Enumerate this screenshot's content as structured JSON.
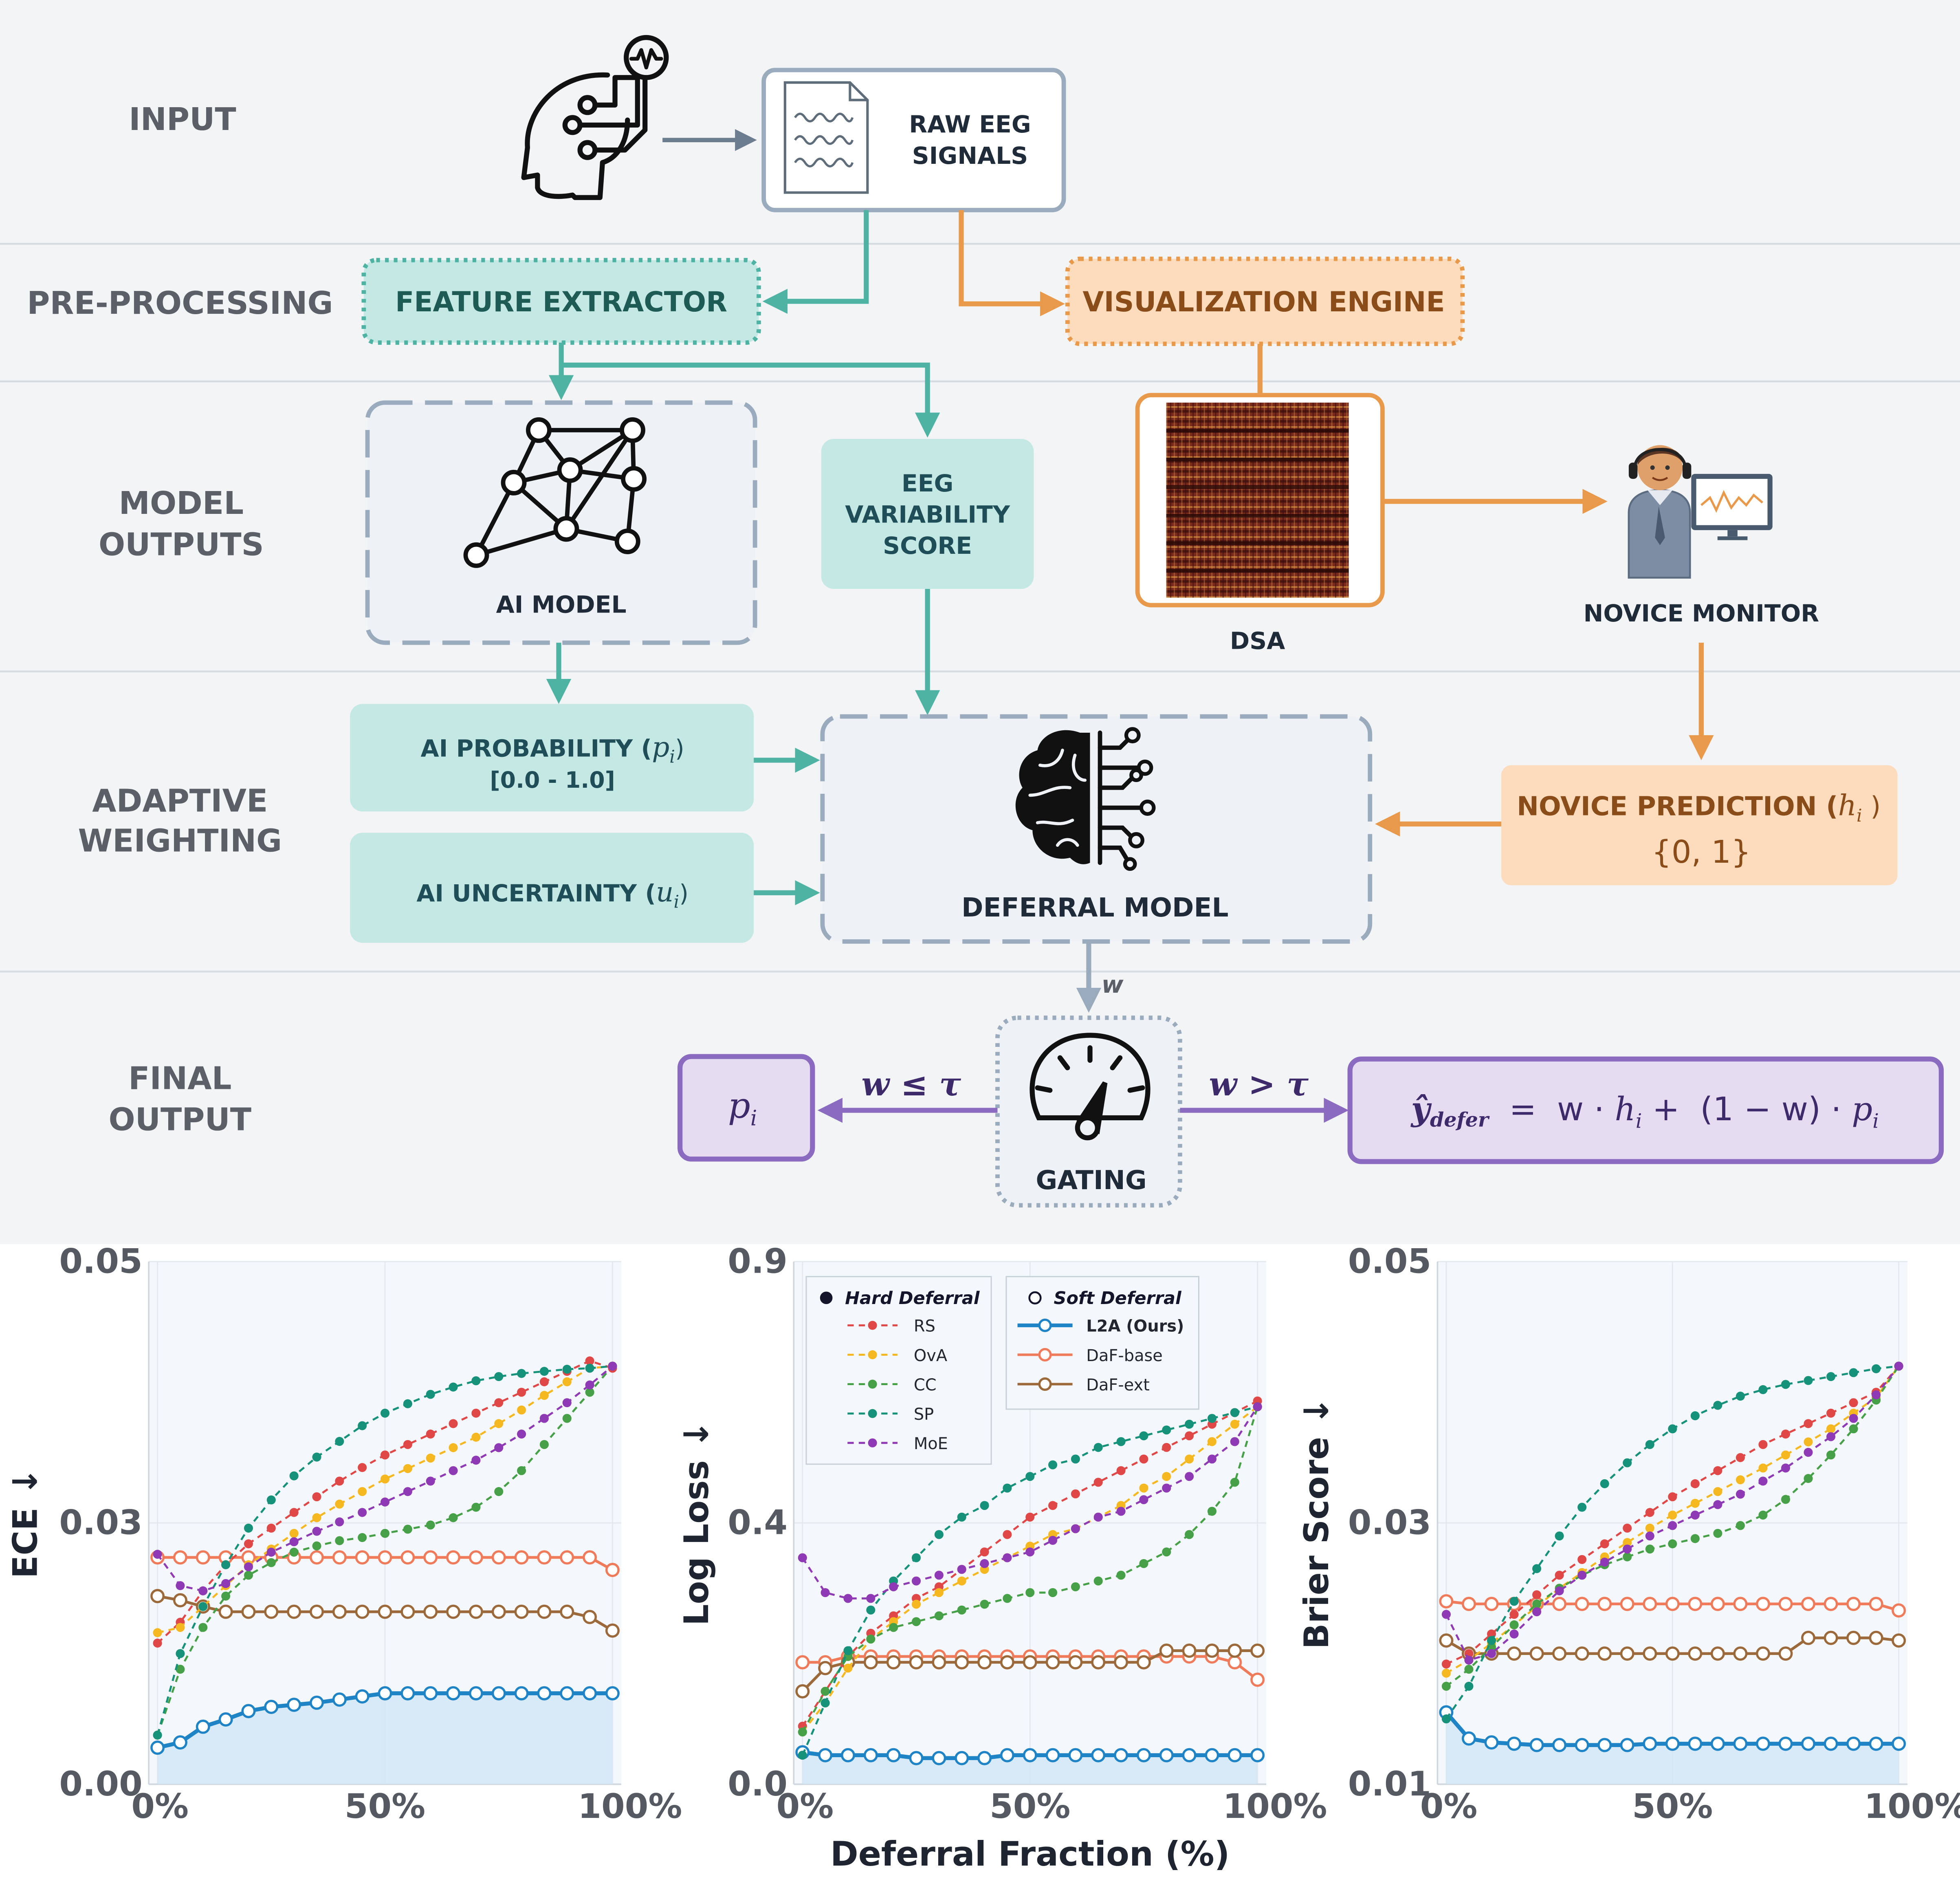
{
  "diagram": {
    "stages": {
      "input": "INPUT",
      "preprocessing": "PRE-PROCESSING",
      "model_outputs_1": "MODEL",
      "model_outputs_2": "OUTPUTS",
      "adaptive_1": "ADAPTIVE",
      "adaptive_2": "WEIGHTING",
      "final_1": "FINAL",
      "final_2": "OUTPUT"
    },
    "nodes": {
      "raw_eeg_1": "RAW EEG",
      "raw_eeg_2": "SIGNALS",
      "feature_extractor": "FEATURE EXTRACTOR",
      "visualization_engine": "VISUALIZATION ENGINE",
      "ai_model": "AI MODEL",
      "eeg_var_1": "EEG",
      "eeg_var_2": "VARIABILITY",
      "eeg_var_3": "SCORE",
      "dsa": "DSA",
      "novice_monitor": "NOVICE MONITOR",
      "ai_probability": "AI PROBABILITY (",
      "ai_probability_var": "p",
      "ai_probability_sub": "i",
      "ai_probability_close": ")",
      "ai_probability_range": "[0.0 - 1.0]",
      "ai_uncertainty": "AI UNCERTAINTY (",
      "ai_uncertainty_var": "u",
      "ai_uncertainty_sub": "i",
      "ai_uncertainty_close": ")",
      "deferral_model": "DEFERRAL MODEL",
      "novice_prediction": "NOVICE PREDICTION (",
      "novice_prediction_var": "h",
      "novice_prediction_sub": "i",
      "novice_prediction_close": " )",
      "novice_prediction_set": "{0, 1}",
      "gating": "GATING",
      "w_label": "w",
      "cond_left": "w ≤ τ",
      "cond_right": "w > τ",
      "out_left_var": "p",
      "out_left_sub": "i",
      "formula_y": "ŷ",
      "formula_defer": "defer",
      "formula_rest": "  =  w · ",
      "formula_h": "h",
      "formula_h_sub": "i",
      "formula_mid": " +  (1 − w) · ",
      "formula_p": "p",
      "formula_p_sub": "i"
    },
    "colors": {
      "teal": "#4fb3a4",
      "teal_fill": "#c4e8e3",
      "orange": "#e8994a",
      "orange_fill": "#fcdcbc",
      "purple": "#8a6bbf",
      "purple_fill": "#e6dcf2",
      "slate": "#8ea0b3",
      "band": "#f2f4f6"
    }
  },
  "chart_data": [
    {
      "type": "line",
      "ylabel": "ECE ↓",
      "ylim": [
        0.0,
        0.05
      ],
      "yticks": [
        "0.00",
        "0.03",
        "0.05"
      ],
      "ytick_values": [
        0.0,
        0.025,
        0.05
      ],
      "xticks": [
        "0%",
        "50%",
        "100%"
      ],
      "x": [
        0,
        5,
        10,
        15,
        20,
        25,
        30,
        35,
        40,
        45,
        50,
        55,
        60,
        65,
        70,
        75,
        80,
        85,
        90,
        95,
        100
      ],
      "series": [
        {
          "name": "RS",
          "style": "hard",
          "color": "#e04848",
          "values": [
            0.0135,
            0.0155,
            0.0185,
            0.021,
            0.023,
            0.0245,
            0.026,
            0.0275,
            0.029,
            0.0303,
            0.0315,
            0.0325,
            0.0335,
            0.0345,
            0.0355,
            0.0365,
            0.0375,
            0.0385,
            0.0395,
            0.0405,
            0.0398
          ]
        },
        {
          "name": "OvA",
          "style": "hard",
          "color": "#f5b820",
          "values": [
            0.0145,
            0.015,
            0.017,
            0.019,
            0.021,
            0.0225,
            0.024,
            0.0255,
            0.0268,
            0.028,
            0.0292,
            0.0302,
            0.0312,
            0.0322,
            0.0332,
            0.0345,
            0.0358,
            0.0372,
            0.0385,
            0.0398,
            0.04
          ]
        },
        {
          "name": "CC",
          "style": "hard",
          "color": "#46a048",
          "values": [
            0.0047,
            0.011,
            0.015,
            0.018,
            0.02,
            0.0212,
            0.0222,
            0.0228,
            0.0233,
            0.0236,
            0.024,
            0.0244,
            0.0248,
            0.0255,
            0.0265,
            0.028,
            0.03,
            0.0325,
            0.035,
            0.0375,
            0.04
          ]
        },
        {
          "name": "SP",
          "style": "hard",
          "color": "#16917a",
          "values": [
            0.0047,
            0.0125,
            0.017,
            0.021,
            0.0245,
            0.0272,
            0.0295,
            0.0313,
            0.0328,
            0.0343,
            0.0355,
            0.0364,
            0.0373,
            0.038,
            0.0386,
            0.039,
            0.0393,
            0.0395,
            0.0397,
            0.0398,
            0.04
          ]
        },
        {
          "name": "MoE",
          "style": "hard",
          "color": "#8e3ab5",
          "values": [
            0.022,
            0.019,
            0.0185,
            0.0192,
            0.0208,
            0.0222,
            0.0232,
            0.0242,
            0.0251,
            0.026,
            0.027,
            0.028,
            0.029,
            0.03,
            0.031,
            0.0322,
            0.0335,
            0.035,
            0.0365,
            0.0382,
            0.04
          ]
        },
        {
          "name": "L2A (Ours)",
          "style": "soft",
          "color": "#1f84c6",
          "values": [
            0.0035,
            0.004,
            0.0055,
            0.0062,
            0.007,
            0.0074,
            0.0076,
            0.0078,
            0.0081,
            0.0084,
            0.0087,
            0.0087,
            0.0087,
            0.0087,
            0.0087,
            0.0087,
            0.0087,
            0.0087,
            0.0087,
            0.0087,
            0.0087
          ]
        },
        {
          "name": "DaF-base",
          "style": "soft",
          "color": "#f07b5a",
          "values": [
            0.0217,
            0.0217,
            0.0217,
            0.0217,
            0.0217,
            0.0217,
            0.0217,
            0.0217,
            0.0217,
            0.0217,
            0.0217,
            0.0217,
            0.0217,
            0.0217,
            0.0217,
            0.0217,
            0.0217,
            0.0217,
            0.0217,
            0.0217,
            0.0205
          ]
        },
        {
          "name": "DaF-ext",
          "style": "soft",
          "color": "#9c6a3a",
          "values": [
            0.018,
            0.0176,
            0.017,
            0.0165,
            0.0165,
            0.0165,
            0.0165,
            0.0165,
            0.0165,
            0.0165,
            0.0165,
            0.0165,
            0.0165,
            0.0165,
            0.0165,
            0.0165,
            0.0165,
            0.0165,
            0.0165,
            0.016,
            0.0147
          ]
        }
      ]
    },
    {
      "type": "line",
      "ylabel": "Log Loss ↓",
      "xlabel": "Deferral Fraction (%)",
      "ylim": [
        0.0,
        0.9
      ],
      "yticks": [
        "0.0",
        "0.4",
        "0.9"
      ],
      "ytick_values": [
        0.0,
        0.45,
        0.9
      ],
      "xticks": [
        "0%",
        "50%",
        "100%"
      ],
      "x": [
        0,
        5,
        10,
        15,
        20,
        25,
        30,
        35,
        40,
        45,
        50,
        55,
        60,
        65,
        70,
        75,
        80,
        85,
        90,
        95,
        100
      ],
      "legend": {
        "hard_title": "Hard Deferral",
        "soft_title": "Soft Deferral",
        "hard": [
          "RS",
          "OvA",
          "CC",
          "SP",
          "MoE"
        ],
        "soft": [
          "L2A (Ours)",
          "DaF-base",
          "DaF-ext"
        ]
      },
      "series": [
        {
          "name": "RS",
          "style": "hard",
          "color": "#e04848",
          "values": [
            0.1,
            0.16,
            0.22,
            0.26,
            0.29,
            0.32,
            0.34,
            0.37,
            0.4,
            0.43,
            0.46,
            0.48,
            0.5,
            0.52,
            0.54,
            0.56,
            0.58,
            0.6,
            0.62,
            0.64,
            0.66
          ]
        },
        {
          "name": "OvA",
          "style": "hard",
          "color": "#f5b820",
          "values": [
            0.09,
            0.14,
            0.2,
            0.25,
            0.28,
            0.31,
            0.33,
            0.35,
            0.37,
            0.39,
            0.41,
            0.43,
            0.44,
            0.46,
            0.48,
            0.51,
            0.53,
            0.56,
            0.59,
            0.62,
            0.65
          ]
        },
        {
          "name": "CC",
          "style": "hard",
          "color": "#46a048",
          "values": [
            0.09,
            0.16,
            0.22,
            0.25,
            0.27,
            0.28,
            0.29,
            0.3,
            0.31,
            0.32,
            0.33,
            0.33,
            0.34,
            0.35,
            0.36,
            0.38,
            0.4,
            0.43,
            0.47,
            0.52,
            0.65
          ]
        },
        {
          "name": "SP",
          "style": "hard",
          "color": "#16917a",
          "values": [
            0.05,
            0.14,
            0.23,
            0.3,
            0.35,
            0.39,
            0.43,
            0.46,
            0.48,
            0.51,
            0.53,
            0.55,
            0.56,
            0.58,
            0.59,
            0.6,
            0.61,
            0.62,
            0.63,
            0.64,
            0.65
          ]
        },
        {
          "name": "MoE",
          "style": "hard",
          "color": "#8e3ab5",
          "values": [
            0.39,
            0.33,
            0.32,
            0.32,
            0.34,
            0.35,
            0.36,
            0.37,
            0.38,
            0.39,
            0.4,
            0.42,
            0.44,
            0.46,
            0.47,
            0.49,
            0.51,
            0.53,
            0.56,
            0.59,
            0.65
          ]
        },
        {
          "name": "L2A (Ours)",
          "style": "soft",
          "color": "#1f84c6",
          "values": [
            0.055,
            0.05,
            0.05,
            0.05,
            0.05,
            0.045,
            0.045,
            0.045,
            0.045,
            0.05,
            0.05,
            0.05,
            0.05,
            0.05,
            0.05,
            0.05,
            0.05,
            0.05,
            0.05,
            0.05,
            0.05
          ]
        },
        {
          "name": "DaF-base",
          "style": "soft",
          "color": "#f07b5a",
          "values": [
            0.21,
            0.21,
            0.22,
            0.22,
            0.22,
            0.22,
            0.22,
            0.22,
            0.22,
            0.22,
            0.22,
            0.22,
            0.22,
            0.22,
            0.22,
            0.22,
            0.22,
            0.22,
            0.22,
            0.21,
            0.18
          ]
        },
        {
          "name": "DaF-ext",
          "style": "soft",
          "color": "#9c6a3a",
          "values": [
            0.16,
            0.2,
            0.21,
            0.21,
            0.21,
            0.21,
            0.21,
            0.21,
            0.21,
            0.21,
            0.21,
            0.21,
            0.21,
            0.21,
            0.21,
            0.21,
            0.23,
            0.23,
            0.23,
            0.23,
            0.23
          ]
        }
      ]
    },
    {
      "type": "line",
      "ylabel": "Brier Score ↓",
      "ylim": [
        0.01,
        0.05
      ],
      "yticks": [
        "0.01",
        "0.03",
        "0.05"
      ],
      "ytick_values": [
        0.01,
        0.03,
        0.05
      ],
      "xticks": [
        "0%",
        "50%",
        "100%"
      ],
      "x": [
        0,
        5,
        10,
        15,
        20,
        25,
        30,
        35,
        40,
        45,
        50,
        55,
        60,
        65,
        70,
        75,
        80,
        85,
        90,
        95,
        100
      ],
      "series": [
        {
          "name": "RS",
          "style": "hard",
          "color": "#e04848",
          "values": [
            0.0192,
            0.02,
            0.0215,
            0.023,
            0.0245,
            0.026,
            0.0272,
            0.0284,
            0.0296,
            0.0308,
            0.032,
            0.033,
            0.034,
            0.035,
            0.036,
            0.0368,
            0.0376,
            0.0384,
            0.0392,
            0.04,
            0.042
          ]
        },
        {
          "name": "OvA",
          "style": "hard",
          "color": "#f5b820",
          "values": [
            0.0185,
            0.0195,
            0.0208,
            0.0222,
            0.0236,
            0.025,
            0.0262,
            0.0274,
            0.0285,
            0.0296,
            0.0306,
            0.0315,
            0.0324,
            0.0333,
            0.0342,
            0.0352,
            0.0362,
            0.0372,
            0.0384,
            0.0396,
            0.042
          ]
        },
        {
          "name": "CC",
          "style": "hard",
          "color": "#46a048",
          "values": [
            0.0175,
            0.0188,
            0.0205,
            0.0222,
            0.0238,
            0.025,
            0.026,
            0.0268,
            0.0274,
            0.028,
            0.0284,
            0.0288,
            0.0292,
            0.0298,
            0.0306,
            0.0318,
            0.0334,
            0.0352,
            0.0372,
            0.0394,
            0.042
          ]
        },
        {
          "name": "SP",
          "style": "hard",
          "color": "#16917a",
          "values": [
            0.015,
            0.0175,
            0.021,
            0.024,
            0.0265,
            0.029,
            0.0312,
            0.033,
            0.0346,
            0.036,
            0.0372,
            0.0382,
            0.039,
            0.0397,
            0.0402,
            0.0406,
            0.0409,
            0.0412,
            0.0415,
            0.0418,
            0.042
          ]
        },
        {
          "name": "MoE",
          "style": "hard",
          "color": "#8e3ab5",
          "values": [
            0.023,
            0.0195,
            0.02,
            0.0215,
            0.0232,
            0.0248,
            0.026,
            0.027,
            0.028,
            0.029,
            0.0298,
            0.0306,
            0.0314,
            0.0322,
            0.0332,
            0.0342,
            0.0354,
            0.0366,
            0.038,
            0.0398,
            0.042
          ]
        },
        {
          "name": "L2A (Ours)",
          "style": "soft",
          "color": "#1f84c6",
          "values": [
            0.0155,
            0.0135,
            0.0132,
            0.0131,
            0.013,
            0.013,
            0.013,
            0.013,
            0.013,
            0.0131,
            0.0131,
            0.0131,
            0.0131,
            0.0131,
            0.0131,
            0.0131,
            0.0131,
            0.0131,
            0.0131,
            0.0131,
            0.0131
          ]
        },
        {
          "name": "DaF-base",
          "style": "soft",
          "color": "#f07b5a",
          "values": [
            0.024,
            0.0238,
            0.0238,
            0.0238,
            0.0238,
            0.0238,
            0.0238,
            0.0238,
            0.0238,
            0.0238,
            0.0238,
            0.0238,
            0.0238,
            0.0238,
            0.0238,
            0.0238,
            0.0238,
            0.0238,
            0.0238,
            0.0238,
            0.0233
          ]
        },
        {
          "name": "DaF-ext",
          "style": "soft",
          "color": "#9c6a3a",
          "values": [
            0.021,
            0.02,
            0.02,
            0.02,
            0.02,
            0.02,
            0.02,
            0.02,
            0.02,
            0.02,
            0.02,
            0.02,
            0.02,
            0.02,
            0.02,
            0.02,
            0.0212,
            0.0212,
            0.0212,
            0.0212,
            0.021
          ]
        }
      ]
    }
  ]
}
